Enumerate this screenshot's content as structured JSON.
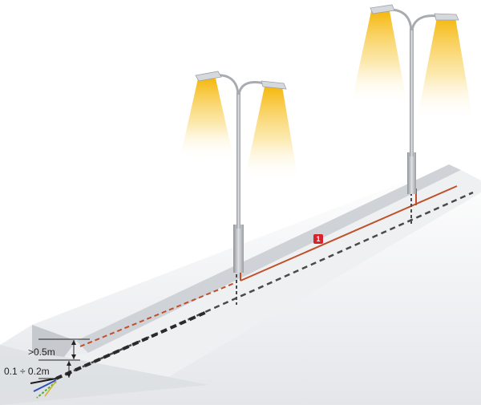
{
  "labels": {
    "upper_depth": ">0.5m",
    "lower_depth": "0.1 ÷ 0.2m",
    "cable_marker": "1"
  },
  "colors": {
    "cable_red": "#c0502a",
    "cable_black": "#4a4a4a",
    "marker_bg": "#d8232a",
    "light_cone": "#f6c743",
    "pole": "#b5b8bd"
  },
  "icons": {
    "lamp": "street-lamp-double-arm"
  }
}
